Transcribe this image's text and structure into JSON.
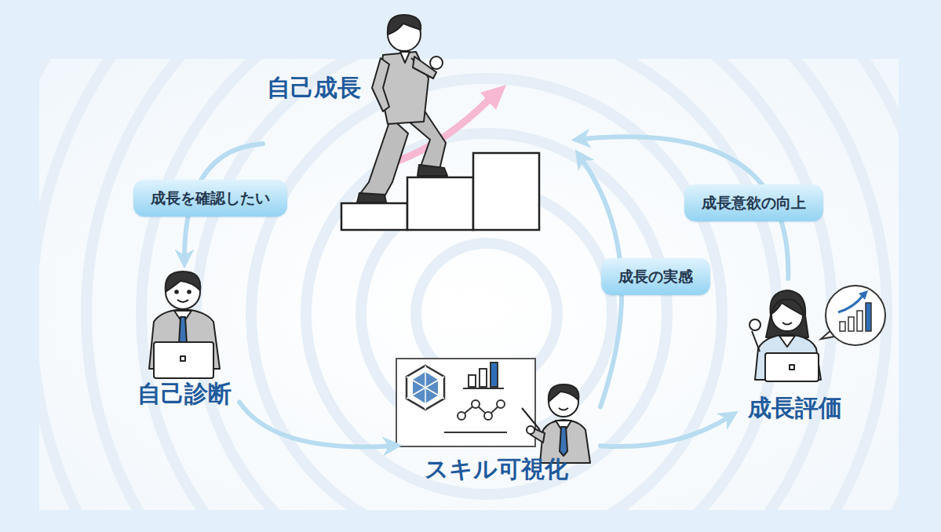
{
  "diagram": {
    "nodes": [
      {
        "text": [
          "自己成長"
        ]
      },
      {
        "text": [
          "自己診断"
        ]
      },
      {
        "text": [
          "スキル可視化"
        ]
      },
      {
        "text": [
          "成長評価"
        ]
      }
    ],
    "edges": [
      {
        "from": 0,
        "to": 1,
        "label": "成長を確認したい",
        "arrow": "to"
      },
      {
        "from": 1,
        "to": 2,
        "arrow": "to"
      },
      {
        "from": 2,
        "to": 3,
        "arrow": "to"
      },
      {
        "from": 2,
        "to": 0,
        "label": "成長の実感",
        "arrow": "to"
      },
      {
        "from": 3,
        "to": 0,
        "label": "成長意欲の向上",
        "arrow": "to"
      }
    ]
  }
}
